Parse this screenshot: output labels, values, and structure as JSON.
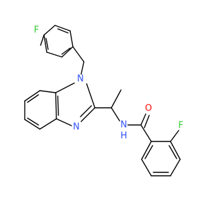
{
  "molecule": {
    "atoms": [
      {
        "id": "F1",
        "label": "F",
        "color": "#33cc33"
      },
      {
        "id": "N1",
        "label": "N",
        "color": "#3050f8"
      },
      {
        "id": "N3",
        "label": "N",
        "color": "#3050f8"
      },
      {
        "id": "N_amide",
        "label": "N",
        "color": "#3050f8"
      },
      {
        "id": "H_amide",
        "label": "H",
        "color": "#3050f8"
      },
      {
        "id": "O",
        "label": "O",
        "color": "#ff0d0d"
      },
      {
        "id": "F2",
        "label": "F",
        "color": "#33cc33"
      }
    ],
    "bond_color": "#000000"
  }
}
